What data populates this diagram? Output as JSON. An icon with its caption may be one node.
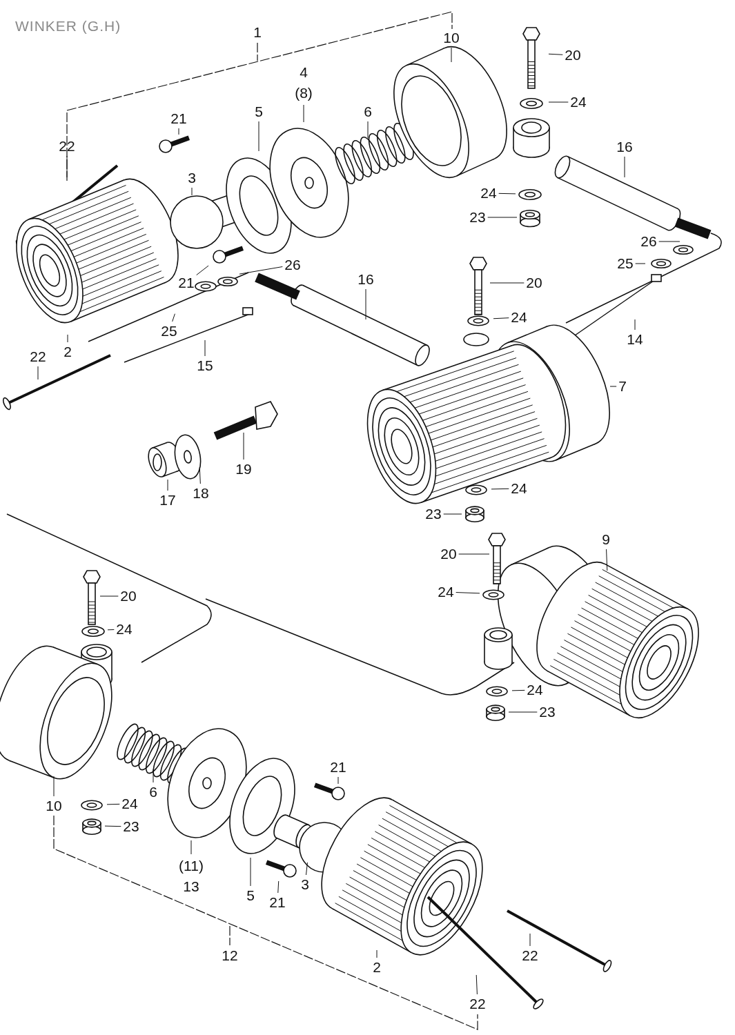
{
  "diagram": {
    "title": "WINKER (G.H)",
    "nodes": [
      {
        "text": [
          "1"
        ]
      },
      {
        "text": [
          "10"
        ]
      },
      {
        "text": [
          "20"
        ]
      },
      {
        "text": [
          "21"
        ]
      },
      {
        "text": [
          "5"
        ]
      },
      {
        "text": [
          "4",
          "(8)"
        ]
      },
      {
        "text": [
          "6"
        ]
      },
      {
        "text": [
          "24"
        ]
      },
      {
        "text": [
          "22"
        ]
      },
      {
        "text": [
          "3"
        ]
      },
      {
        "text": [
          "16"
        ]
      },
      {
        "text": [
          "24"
        ]
      },
      {
        "text": [
          "23"
        ]
      },
      {
        "text": [
          "26"
        ]
      },
      {
        "text": [
          "21"
        ]
      },
      {
        "text": [
          "26"
        ]
      },
      {
        "text": [
          "16"
        ]
      },
      {
        "text": [
          "20"
        ]
      },
      {
        "text": [
          "25"
        ]
      },
      {
        "text": [
          "24"
        ]
      },
      {
        "text": [
          "25"
        ]
      },
      {
        "text": [
          "2"
        ]
      },
      {
        "text": [
          "14"
        ]
      },
      {
        "text": [
          "15"
        ]
      },
      {
        "text": [
          "22"
        ]
      },
      {
        "text": [
          "7"
        ]
      },
      {
        "text": [
          "19"
        ]
      },
      {
        "text": [
          "17"
        ]
      },
      {
        "text": [
          "18"
        ]
      },
      {
        "text": [
          "24"
        ]
      },
      {
        "text": [
          "23"
        ]
      },
      {
        "text": [
          "20"
        ]
      },
      {
        "text": [
          "9"
        ]
      },
      {
        "text": [
          "24"
        ]
      },
      {
        "text": [
          "20"
        ]
      },
      {
        "text": [
          "24"
        ]
      },
      {
        "text": [
          "24"
        ]
      },
      {
        "text": [
          "23"
        ]
      },
      {
        "text": [
          "21"
        ]
      },
      {
        "text": [
          "6"
        ]
      },
      {
        "text": [
          "10"
        ]
      },
      {
        "text": [
          "24"
        ]
      },
      {
        "text": [
          "23"
        ]
      },
      {
        "text": [
          "(11)",
          "13"
        ]
      },
      {
        "text": [
          "5"
        ]
      },
      {
        "text": [
          "3"
        ]
      },
      {
        "text": [
          "21"
        ]
      },
      {
        "text": [
          "12"
        ]
      },
      {
        "text": [
          "2"
        ]
      },
      {
        "text": [
          "22"
        ]
      },
      {
        "text": [
          "22"
        ]
      }
    ],
    "edges": [
      {
        "from": 1,
        "to": null,
        "arrow": "none"
      },
      {
        "from": 2,
        "to": null,
        "arrow": "none"
      },
      {
        "from": 3,
        "to": null,
        "arrow": "none"
      },
      {
        "from": 4,
        "to": null,
        "arrow": "none"
      },
      {
        "from": 5,
        "to": null,
        "arrow": "none"
      },
      {
        "from": 6,
        "to": null,
        "arrow": "none"
      },
      {
        "from": 7,
        "to": null,
        "arrow": "none"
      },
      {
        "from": 8,
        "to": null,
        "arrow": "none"
      },
      {
        "from": 9,
        "to": null,
        "arrow": "none"
      },
      {
        "from": 10,
        "to": null,
        "arrow": "none"
      },
      {
        "from": 11,
        "to": null,
        "arrow": "none"
      },
      {
        "from": 12,
        "to": null,
        "arrow": "none"
      },
      {
        "from": 13,
        "to": null,
        "arrow": "none"
      },
      {
        "from": 14,
        "to": null,
        "arrow": "none"
      },
      {
        "from": 15,
        "to": null,
        "arrow": "none"
      },
      {
        "from": 16,
        "to": null,
        "arrow": "none"
      },
      {
        "from": 17,
        "to": null,
        "arrow": "none"
      },
      {
        "from": 18,
        "to": null,
        "arrow": "none"
      },
      {
        "from": 19,
        "to": null,
        "arrow": "none"
      },
      {
        "from": 20,
        "to": null,
        "arrow": "none"
      },
      {
        "from": 21,
        "to": null,
        "arrow": "none"
      },
      {
        "from": 22,
        "to": null,
        "arrow": "none"
      },
      {
        "from": 23,
        "to": null,
        "arrow": "none"
      },
      {
        "from": 24,
        "to": null,
        "arrow": "none"
      },
      {
        "from": 25,
        "to": null,
        "arrow": "none"
      },
      {
        "from": 26,
        "to": null,
        "arrow": "none"
      },
      {
        "from": 27,
        "to": null,
        "arrow": "none"
      },
      {
        "from": 28,
        "to": null,
        "arrow": "none"
      },
      {
        "from": 29,
        "to": null,
        "arrow": "none"
      },
      {
        "from": 30,
        "to": null,
        "arrow": "none"
      },
      {
        "from": 31,
        "to": null,
        "arrow": "none"
      },
      {
        "from": 32,
        "to": null,
        "arrow": "none"
      },
      {
        "from": 33,
        "to": null,
        "arrow": "none"
      },
      {
        "from": 34,
        "to": null,
        "arrow": "none"
      },
      {
        "from": 35,
        "to": null,
        "arrow": "none"
      },
      {
        "from": 36,
        "to": null,
        "arrow": "none"
      },
      {
        "from": 37,
        "to": null,
        "arrow": "none"
      },
      {
        "from": 38,
        "to": null,
        "arrow": "none"
      },
      {
        "from": 39,
        "to": null,
        "arrow": "none"
      },
      {
        "from": 40,
        "to": null,
        "arrow": "none"
      },
      {
        "from": 41,
        "to": null,
        "arrow": "none"
      },
      {
        "from": 42,
        "to": null,
        "arrow": "none"
      },
      {
        "from": 43,
        "to": null,
        "arrow": "none"
      },
      {
        "from": 44,
        "to": null,
        "arrow": "none"
      },
      {
        "from": 45,
        "to": null,
        "arrow": "none"
      },
      {
        "from": 46,
        "to": null,
        "arrow": "none"
      },
      {
        "from": 48,
        "to": null,
        "arrow": "none"
      },
      {
        "from": 49,
        "to": null,
        "arrow": "none"
      },
      {
        "from": 50,
        "to": null,
        "arrow": "none"
      }
    ]
  }
}
